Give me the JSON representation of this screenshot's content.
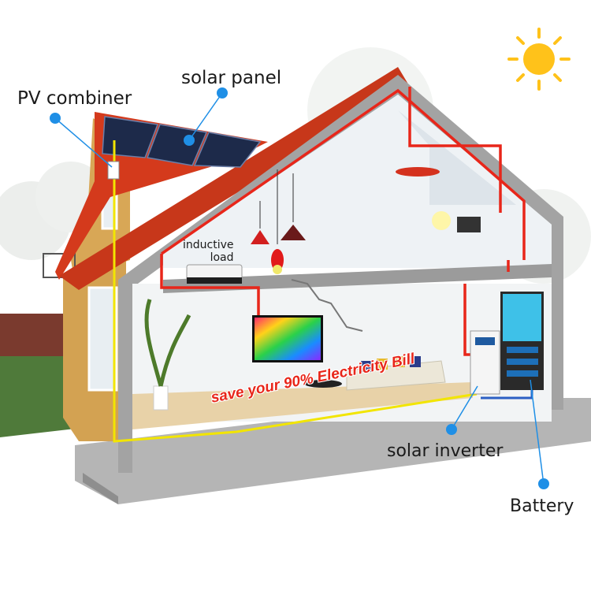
{
  "labels": {
    "solar_panel": "solar panel",
    "pv_combiner": "PV combiner",
    "inductive_load_line1": "inductive",
    "inductive_load_line2": "load",
    "solar_inverter": "solar inverter",
    "battery": "Battery"
  },
  "banner": {
    "slogan": "save your 90% Electricity Bill"
  },
  "colors": {
    "callout_dot": "#1f8fe6",
    "wire_red": "#e8261a",
    "wire_yellow": "#f2e500",
    "roof_red": "#d43a1c",
    "wall_gray": "#9c9c9c",
    "sun": "#ffc21a"
  },
  "icons": [
    "sun-icon",
    "solar-panel-array",
    "pv-combiner-box",
    "air-conditioner",
    "pendant-lamp",
    "television",
    "sofa",
    "solar-inverter-unit",
    "battery-cabinet"
  ]
}
